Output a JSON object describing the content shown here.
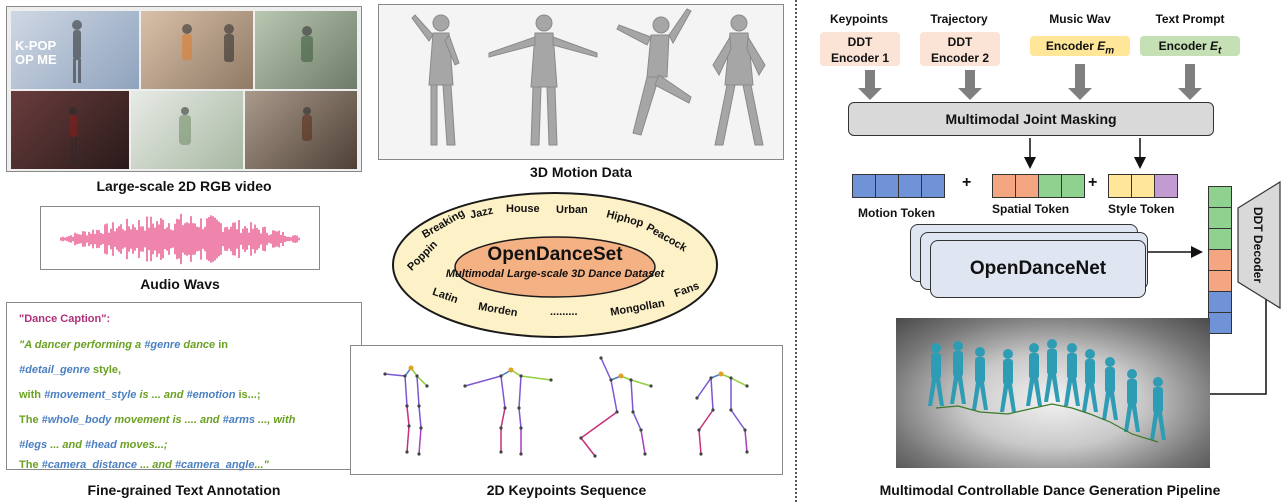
{
  "left": {
    "video_caption": "Large-scale 2D RGB video",
    "video_thumb_text": [
      "K-POP",
      "OP ME"
    ],
    "motion_caption": "3D Motion Data",
    "audio_caption": "Audio Wavs",
    "text_caption": "Fine-grained Text Annotation",
    "keypoints_caption": "2D Keypoints Sequence",
    "annotation": {
      "heading": "\"Dance Caption\":",
      "l1a": "\"A dancer performing a ",
      "l1b": "#genre",
      "l1c": " dance",
      "l1d": " in",
      "l2a": "#detail_genre",
      "l2b": " style,",
      "l3a": "with ",
      "l3b": "#movement_style",
      "l3c": " is ... and ",
      "l3d": "#emotion",
      "l3e": " is...;",
      "l4a": "The ",
      "l4b": "#whole_body",
      "l4c": " movement is .... and ",
      "l4d": "#arms",
      "l4e": " ..., with",
      "l5a": "#legs",
      "l5b": " ... and ",
      "l5c": "#head",
      "l5d": " moves...;",
      "l6a": "The ",
      "l6b": "#camera_distance",
      "l6c": " ... and ",
      "l6d": "#camera_angle",
      "l6e": "...\""
    },
    "dataset": {
      "title": "OpenDanceSet",
      "subtitle": "Multimodal Large-scale 3D Dance Dataset",
      "genres": [
        "Poppin",
        "Breaking",
        "Jazz",
        "House",
        "Urban",
        "Hiphop",
        "Peacock",
        "Latin",
        "Morden",
        ".........",
        "Mongollan",
        "Fans"
      ]
    }
  },
  "right": {
    "inputs": [
      {
        "title": "Keypoints",
        "box": "DDT\nEncoder 1",
        "color": "#fbe3d6"
      },
      {
        "title": "Trajectory",
        "box": "DDT\nEncoder 2",
        "color": "#fbe3d6"
      },
      {
        "title": "Music Wav",
        "box": "Encoder E_m",
        "color": "#ffe699"
      },
      {
        "title": "Text Prompt",
        "box": "Encoder E_t",
        "color": "#c5e0b4"
      }
    ],
    "masking": "Multimodal Joint Masking",
    "tokens": {
      "motion": "Motion Token",
      "spatial": "Spatial Token",
      "style": "Style Token",
      "plus": "+"
    },
    "net": "OpenDanceNet",
    "decoder": "DDT Decoder",
    "caption": "Multimodal Controllable Dance Generation Pipeline",
    "colors": {
      "motion": "#6f93d6",
      "spatial_orange": "#f4a582",
      "spatial_green": "#8fd18f",
      "style_yellow": "#ffe699",
      "style_purple": "#c39bd3",
      "net_fill": "#dfe6f2",
      "arrow": "#7f7f7f"
    }
  }
}
